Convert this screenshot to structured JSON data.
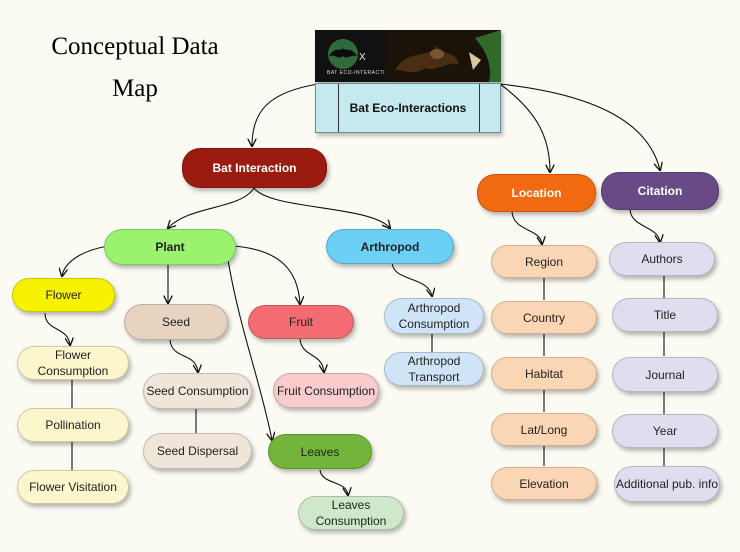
{
  "title": {
    "line1": "Conceptual Data",
    "line2": "Map"
  },
  "banner": {
    "caption": "BAT ECO-INTERACTIONS",
    "label": "Bat Eco-Interactions"
  },
  "nodes": {
    "bat_interaction": "Bat Interaction",
    "plant": "Plant",
    "arthropod": "Arthropod",
    "flower": "Flower",
    "seed": "Seed",
    "fruit": "Fruit",
    "leaves": "Leaves",
    "flower_consumption": "Flower Consumption",
    "pollination": "Pollination",
    "flower_visitation": "Flower Visitation",
    "seed_consumption": "Seed Consumption",
    "seed_dispersal": "Seed Dispersal",
    "fruit_consumption": "Fruit Consumption",
    "leaves_consumption": "Leaves Consumption",
    "arthropod_consumption": "Arthropod Consumption",
    "arthropod_transport": "Arthropod Transport",
    "location": "Location",
    "region": "Region",
    "country": "Country",
    "habitat": "Habitat",
    "lat_long": "Lat/Long",
    "elevation": "Elevation",
    "citation": "Citation",
    "authors": "Authors",
    "title_field": "Title",
    "journal": "Journal",
    "year": "Year",
    "additional_pub_info": "Additional pub. info"
  },
  "colors": {
    "root": "#9b1b10",
    "location": "#f26a10",
    "citation": "#6a4a86",
    "plant": "#9af26e",
    "arthropod": "#6ccff4",
    "flower": "#f7f200",
    "fruit": "#f26c72",
    "leaves": "#73b43a",
    "banner_box": "#c4e9ef"
  }
}
